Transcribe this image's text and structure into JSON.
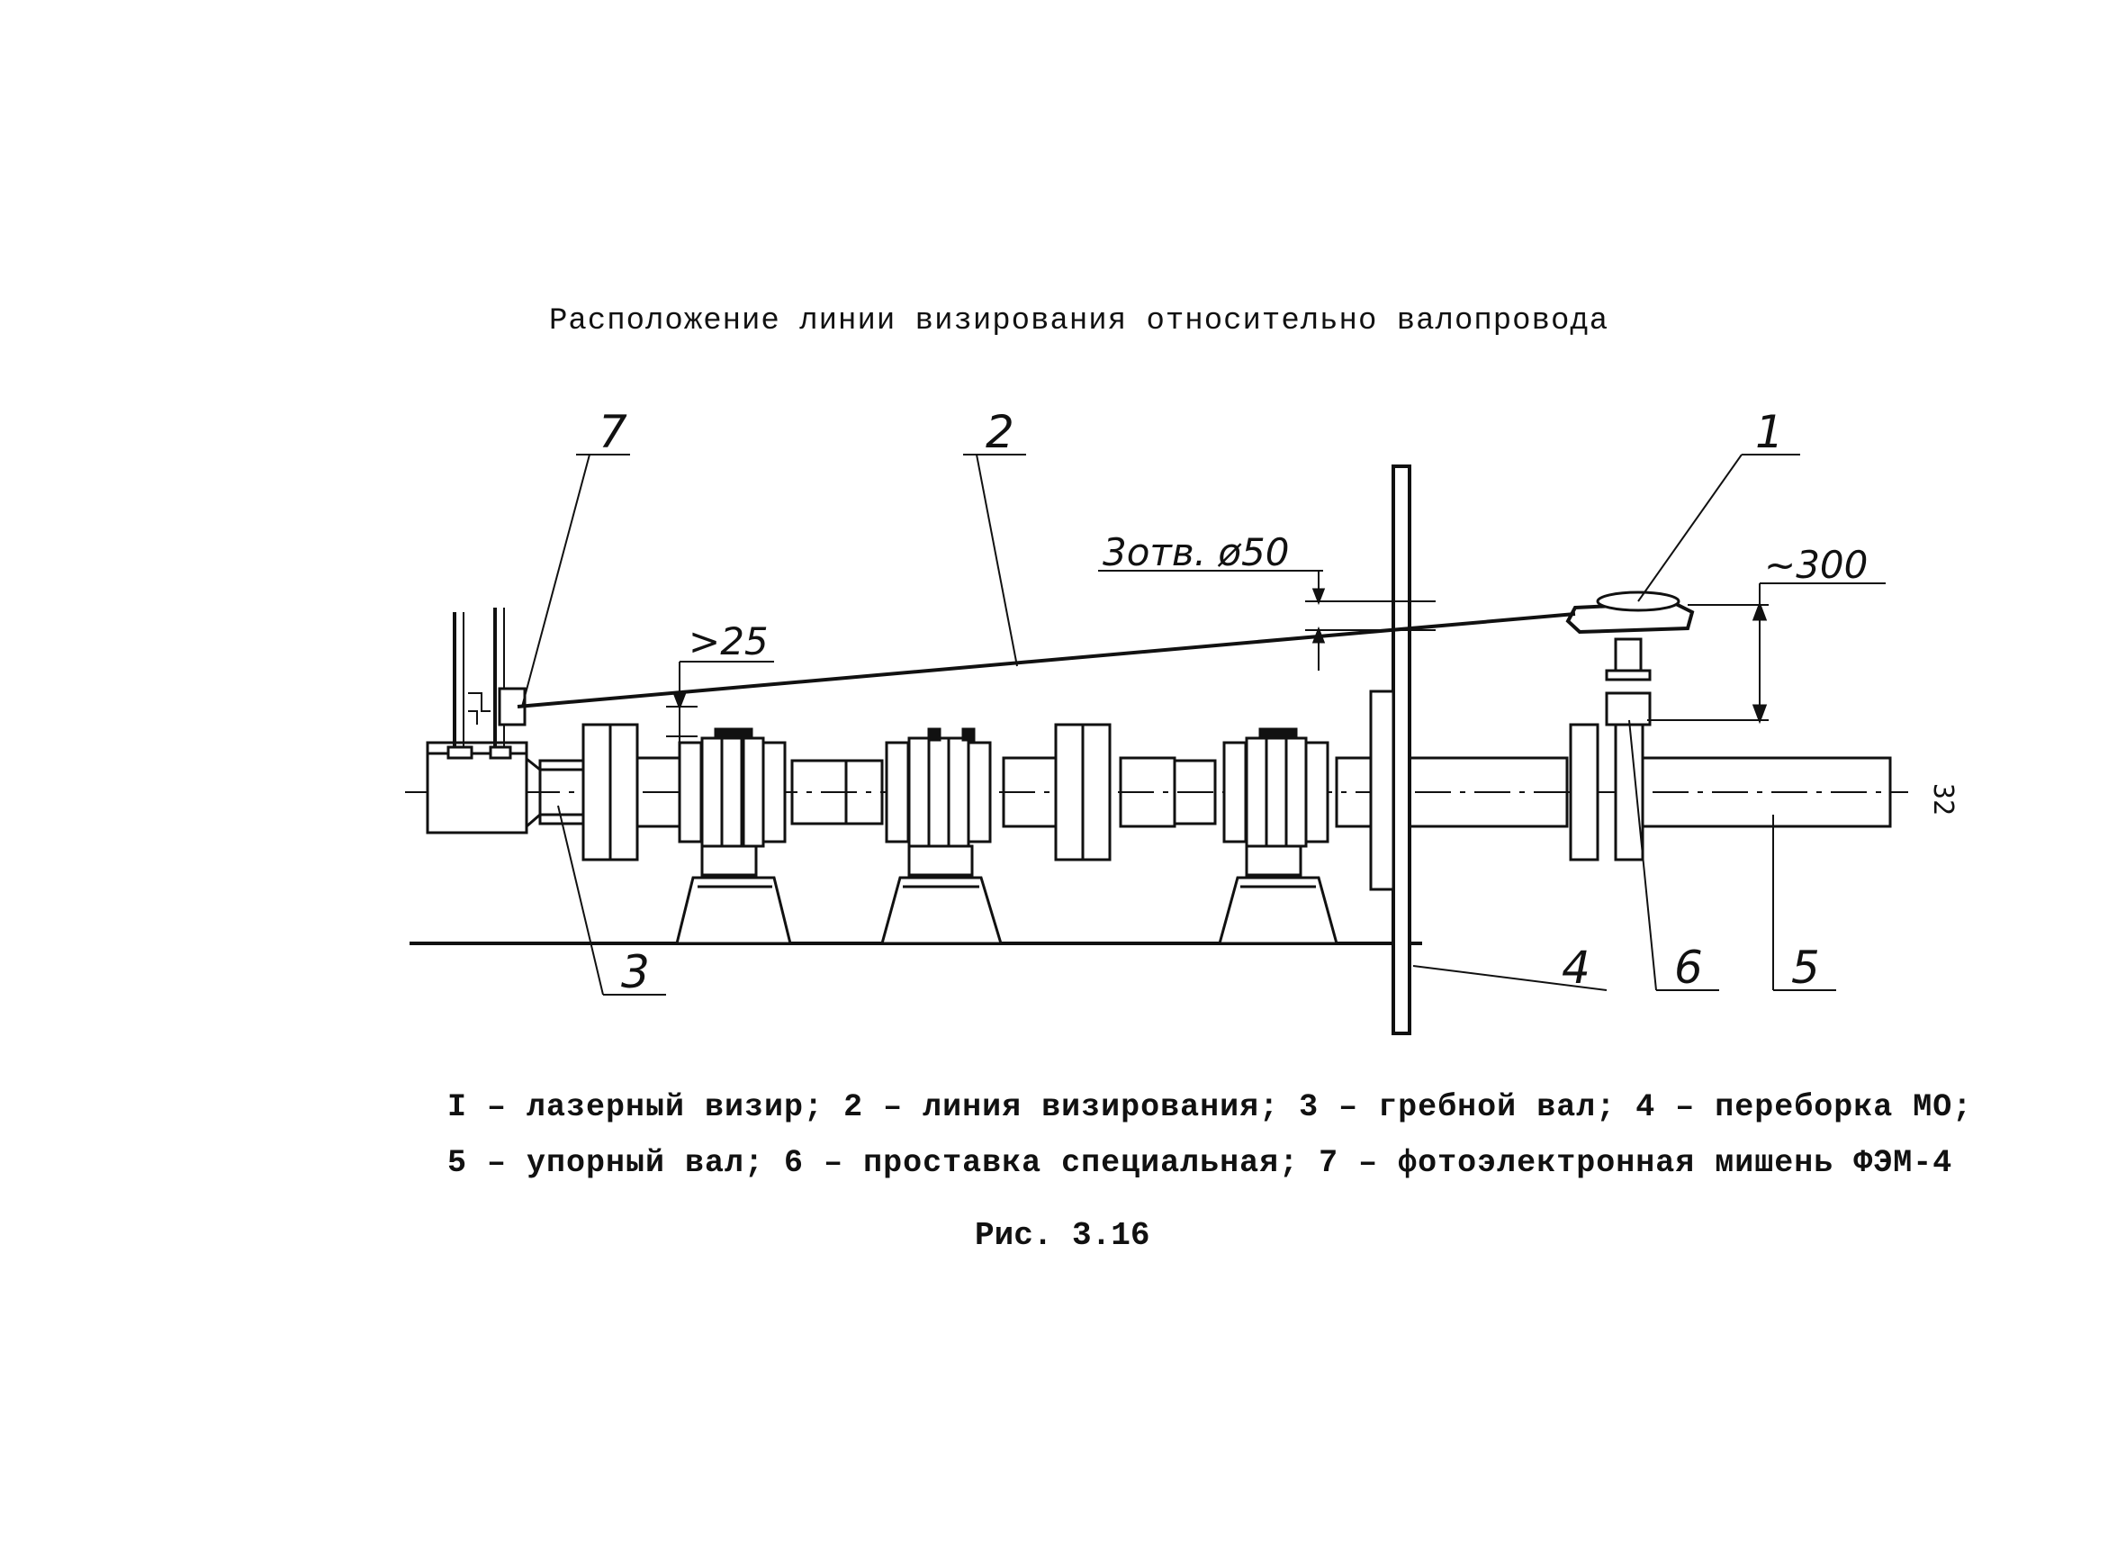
{
  "title": "Расположение линии визирования относительно валопровода",
  "callouts": {
    "c1": "1",
    "c2": "2",
    "c3": "3",
    "c4": "4",
    "c5": "5",
    "c6": "6",
    "c7": "7"
  },
  "dimensions": {
    "holes": "3отв. ø50",
    "offset": "~300",
    "min_gap": ">25"
  },
  "legend": {
    "line1": "I – лазерный визир; 2 – линия визирования; 3 – гребной вал; 4 – переборка МО;",
    "line2": "5 – упорный вал; 6 – проставка специальная; 7 – фотоэлектронная мишень ФЭМ-4"
  },
  "caption": "Рис. 3.16",
  "page_number": "32"
}
